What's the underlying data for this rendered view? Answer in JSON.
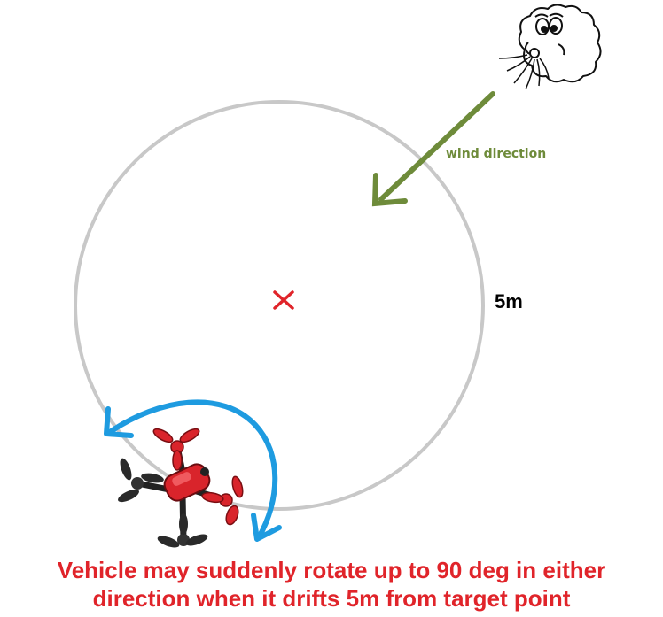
{
  "wind_label": "wind direction",
  "radius_label": "5m",
  "caption": {
    "line1": "Vehicle may suddenly rotate up to 90 deg in either",
    "line2": "direction when it drifts 5m from target point"
  },
  "icons": {
    "wind_face": "cloud-blowing-face-icon",
    "target": "target-x-icon",
    "vehicle": "quadcopter-drone-icon"
  },
  "colors": {
    "circle": "#c8c8c8",
    "wind_arrow": "#6e8b3a",
    "target_marker": "#e0242a",
    "rotation_arrow": "#1e9be0",
    "caption_text": "#e0242a",
    "drone_body": "#d9242b",
    "drone_dark": "#222222"
  }
}
